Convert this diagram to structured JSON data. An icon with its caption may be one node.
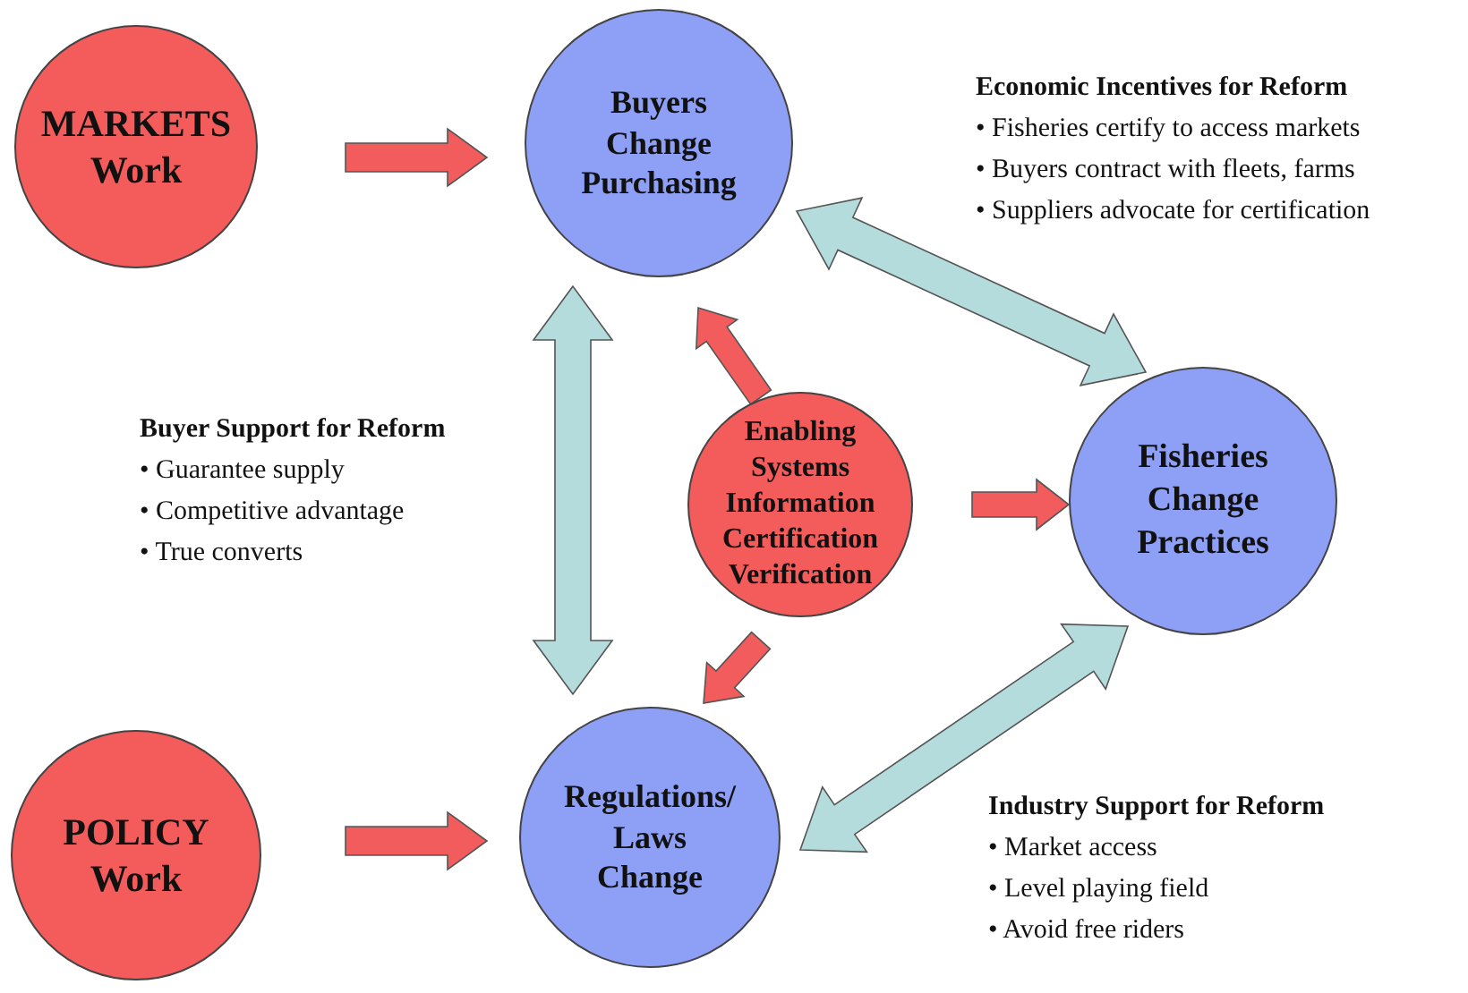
{
  "diagram": {
    "nodes": [
      {
        "text": [
          "MARKETS",
          "Work"
        ]
      },
      {
        "text": [
          "Buyers",
          "Change",
          "Purchasing"
        ]
      },
      {
        "text": [
          "Enabling",
          "Systems",
          "Information",
          "Certification",
          "Verification"
        ]
      },
      {
        "text": [
          "Fisheries",
          "Change",
          "Practices"
        ]
      },
      {
        "text": [
          "POLICY",
          "Work"
        ]
      },
      {
        "text": [
          "Regulations/",
          "Laws",
          "Change"
        ]
      }
    ],
    "edges": [
      {
        "from": 0,
        "to": 1,
        "arrow": "to"
      },
      {
        "from": 4,
        "to": 5,
        "arrow": "to"
      },
      {
        "from": 2,
        "to": 1,
        "arrow": "to"
      },
      {
        "from": 2,
        "to": 3,
        "arrow": "to"
      },
      {
        "from": 2,
        "to": 5,
        "arrow": "to"
      },
      {
        "from": 1,
        "to": 3,
        "arrow": "both",
        "color": "#b5dcdc"
      },
      {
        "from": 1,
        "to": 5,
        "arrow": "both",
        "color": "#b5dcdc"
      },
      {
        "from": 5,
        "to": 3,
        "arrow": "both",
        "color": "#b5dcdc"
      }
    ],
    "labels": [
      "Economic Incentives for Reform",
      "• Fisheries certify to access markets",
      "• Buyers contract with fleets, farms",
      "• Suppliers advocate for certification",
      "Buyer Support for Reform",
      "• Guarantee supply",
      "• Competitive advantage",
      "• True converts",
      "Industry Support for Reform",
      "• Market access",
      "• Level playing field",
      "• Avoid free riders"
    ]
  }
}
